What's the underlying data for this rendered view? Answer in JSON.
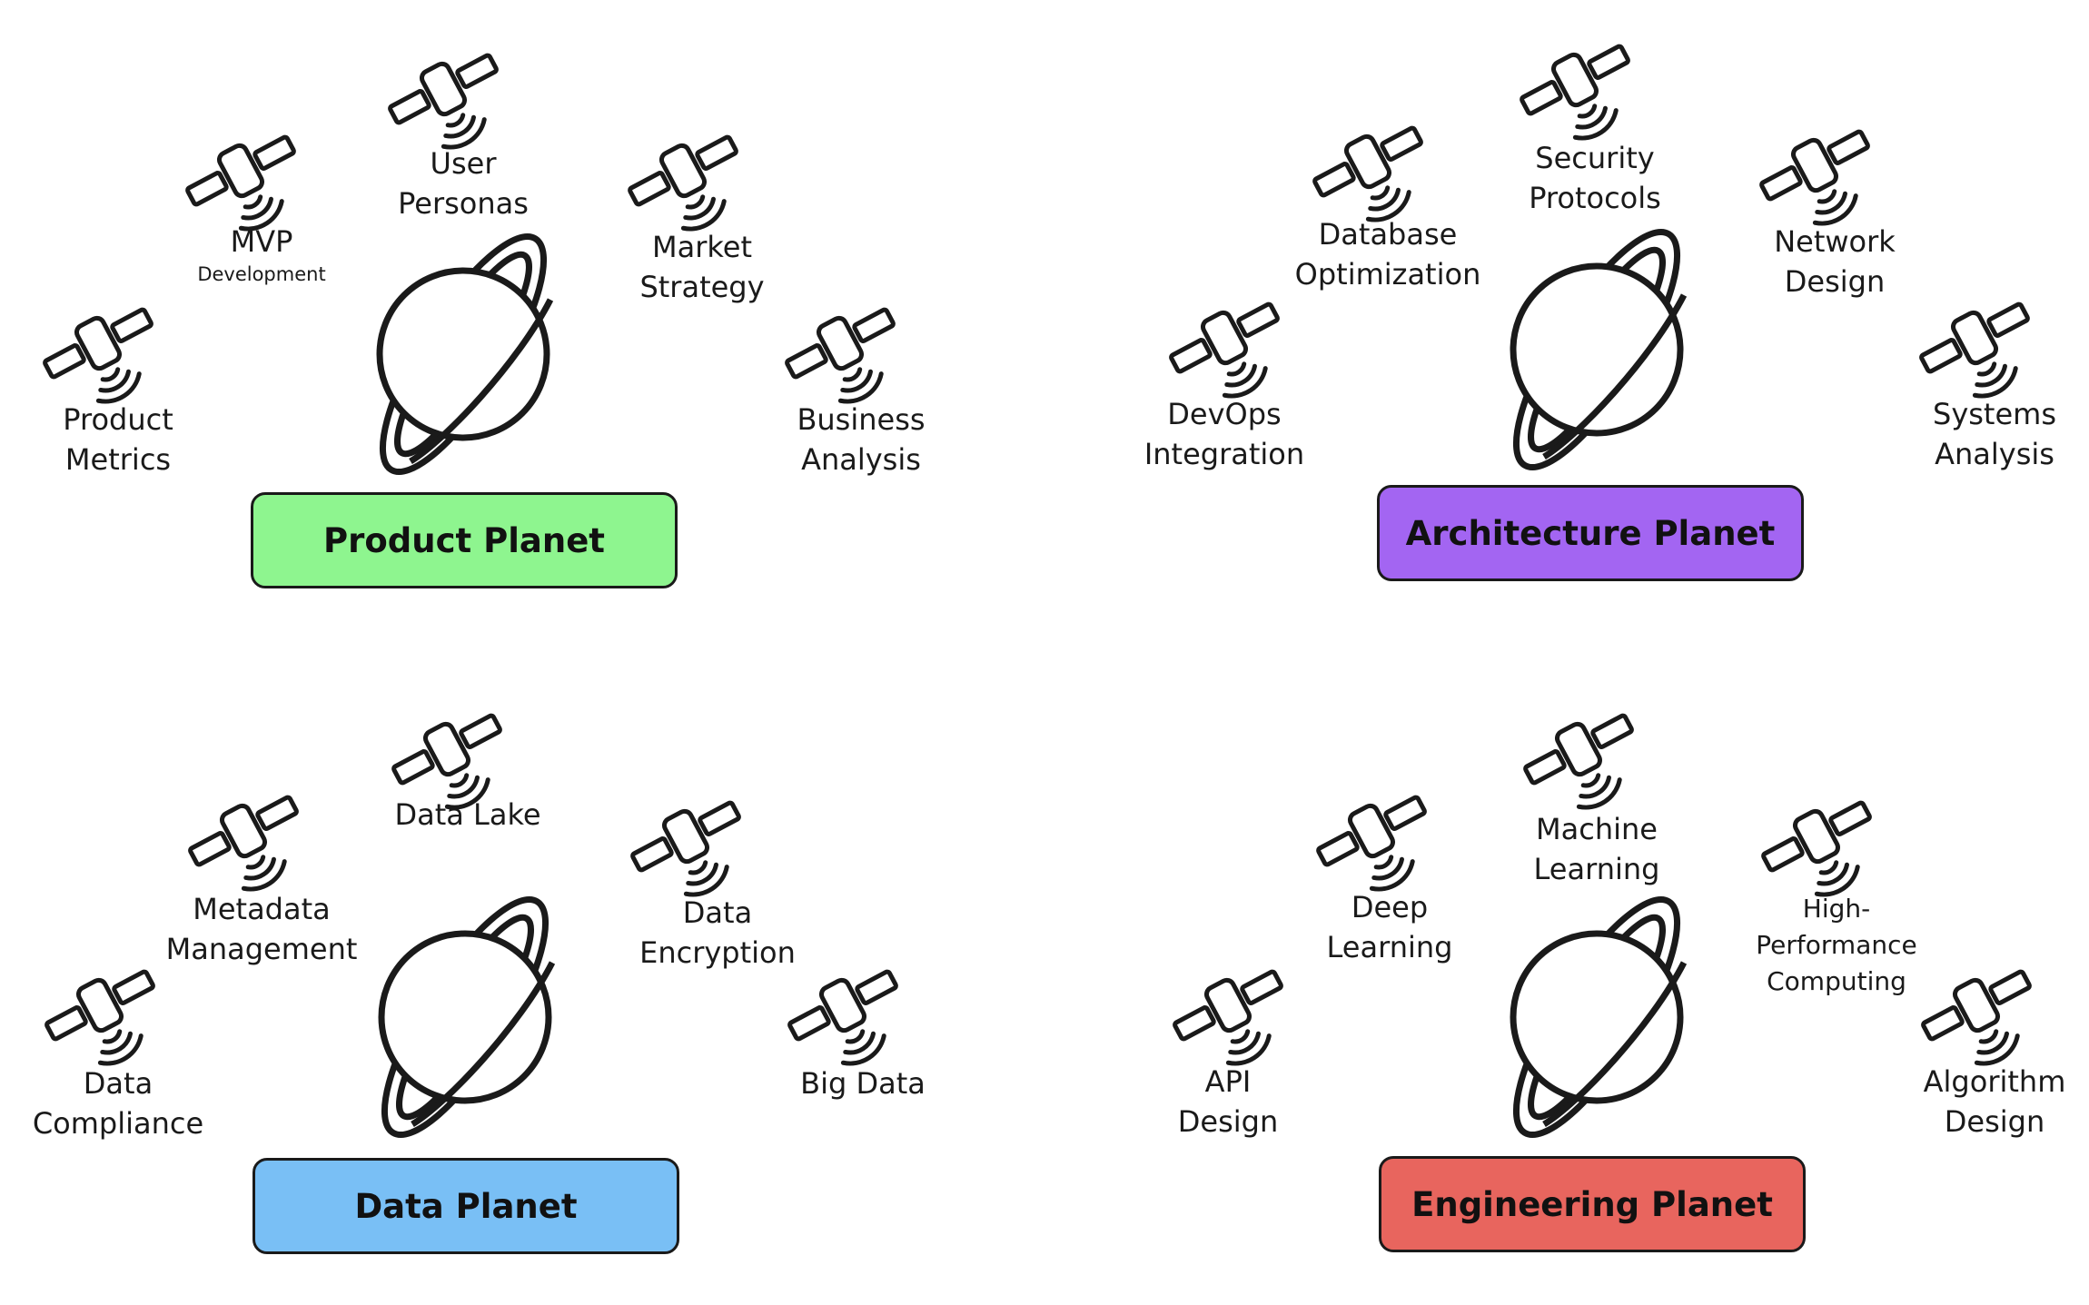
{
  "groups": [
    {
      "id": "product",
      "box_label": "Product Planet",
      "box_color": "#8ef58f",
      "satellites": [
        {
          "id": "product-metrics",
          "line1": "Product",
          "line2": "Metrics"
        },
        {
          "id": "mvp-development",
          "line1": "MVP",
          "small": "Development"
        },
        {
          "id": "user-personas",
          "line1": "User",
          "line2": "Personas"
        },
        {
          "id": "market-strategy",
          "line1": "Market",
          "line2": "Strategy"
        },
        {
          "id": "business-analysis",
          "line1": "Business",
          "line2": "Analysis"
        }
      ]
    },
    {
      "id": "architecture",
      "box_label": "Architecture Planet",
      "box_color": "#a365f2",
      "satellites": [
        {
          "id": "devops-integration",
          "line1": "DevOps",
          "line2": "Integration"
        },
        {
          "id": "database-optimization",
          "line1": "Database",
          "line2": "Optimization"
        },
        {
          "id": "security-protocols",
          "line1": "Security",
          "line2": "Protocols"
        },
        {
          "id": "network-design",
          "line1": "Network",
          "line2": "Design"
        },
        {
          "id": "systems-analysis",
          "line1": "Systems",
          "line2": "Analysis"
        }
      ]
    },
    {
      "id": "data",
      "box_label": "Data Planet",
      "box_color": "#79bff5",
      "satellites": [
        {
          "id": "data-compliance",
          "line1": "Data",
          "line2": "Compliance"
        },
        {
          "id": "metadata-management",
          "line1": "Metadata",
          "line2": "Management"
        },
        {
          "id": "data-lake",
          "line1": "Data Lake"
        },
        {
          "id": "data-encryption",
          "line1": "Data",
          "line2": "Encryption"
        },
        {
          "id": "big-data",
          "line1": "Big Data"
        }
      ]
    },
    {
      "id": "engineering",
      "box_label": "Engineering Planet",
      "box_color": "#e8655e",
      "satellites": [
        {
          "id": "api-design",
          "line1": "API",
          "line2": "Design"
        },
        {
          "id": "deep-learning",
          "line1": "Deep",
          "line2": "Learning"
        },
        {
          "id": "machine-learning",
          "line1": "Machine",
          "line2": "Learning"
        },
        {
          "id": "high-performance-computing",
          "line1": "High-",
          "line2": "Performance",
          "line3": "Computing"
        },
        {
          "id": "algorithm-design",
          "line1": "Algorithm",
          "line2": "Design"
        }
      ]
    }
  ],
  "icons": {
    "planet": "saturn-planet-icon",
    "satellite": "satellite-icon"
  }
}
